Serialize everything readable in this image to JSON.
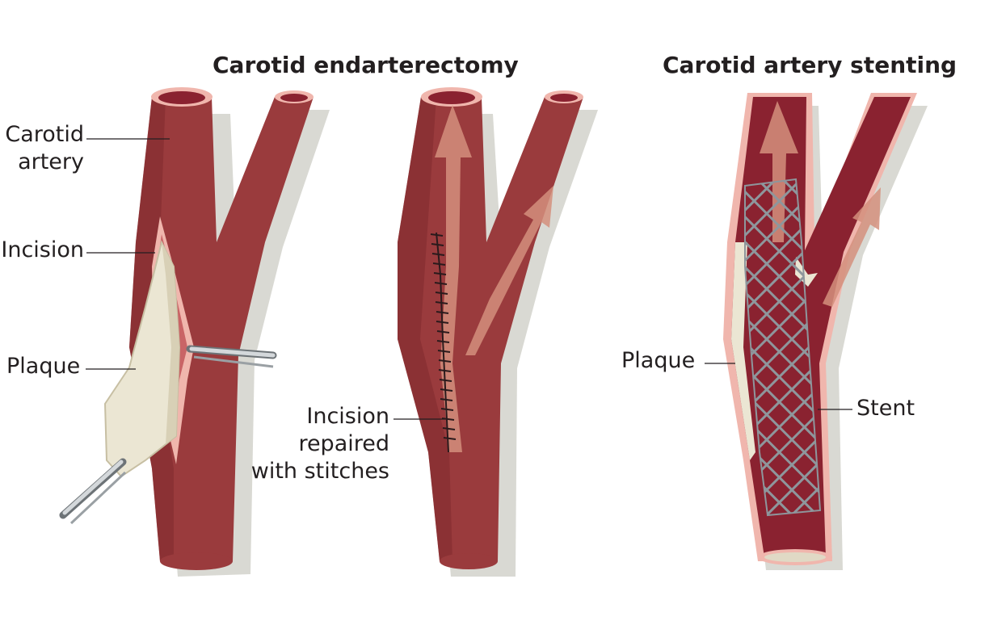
{
  "titles": {
    "endarterectomy": "Carotid endarterectomy",
    "stenting": "Carotid artery stenting"
  },
  "labels": {
    "carotid_artery": "Carotid\nartery",
    "incision": "Incision",
    "plaque_left": "Plaque",
    "incision_repaired": "Incision\nrepaired\nwith stitches",
    "plaque_right": "Plaque",
    "stent": "Stent"
  },
  "colors": {
    "artery": "#9a3b3d",
    "artery_dark": "#7f2a2d",
    "artery_inner": "#8a2230",
    "wall": "#f0b6ad",
    "flow_arrow": "#d48f7c",
    "plaque": "#ebe6d3",
    "stent": "#8e969c",
    "instrument": "#a9aeb2",
    "shadow": "#d9d9d3",
    "text": "#231f20"
  }
}
